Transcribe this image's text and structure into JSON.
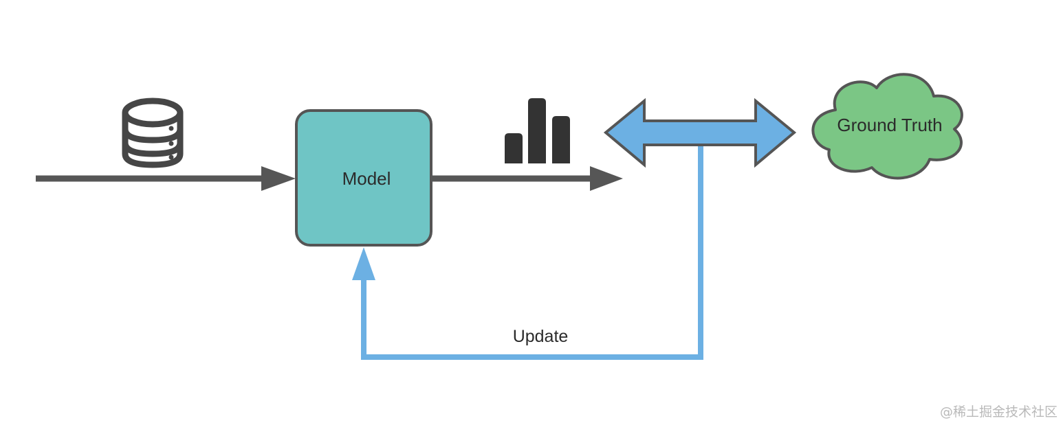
{
  "nodes": {
    "model": {
      "label": "Model",
      "fill": "#6fc5c5",
      "stroke": "#555555"
    },
    "ground_truth": {
      "label": "Ground Truth",
      "fill": "#7bc685",
      "stroke": "#555555"
    }
  },
  "edges": {
    "input_arrow": {
      "color": "#565656"
    },
    "output_arrow": {
      "color": "#565656"
    },
    "compare_arrow": {
      "fill": "#6cb0e3",
      "stroke": "#555555"
    },
    "update_arrow": {
      "label": "Update",
      "color": "#6cb0e3"
    }
  },
  "icons": {
    "data": {
      "name": "database-icon",
      "color": "#464646"
    },
    "prediction": {
      "name": "bar-chart-icon",
      "color": "#333333"
    }
  },
  "watermark": {
    "text": "@稀土掘金技术社区"
  }
}
